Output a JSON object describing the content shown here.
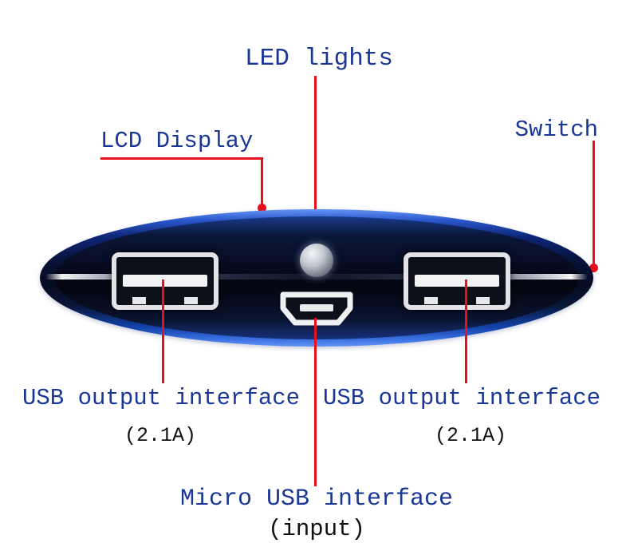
{
  "annotations": {
    "led": {
      "label": "LED lights"
    },
    "lcd": {
      "label": "LCD Display"
    },
    "switch": {
      "label": "Switch"
    },
    "usb_left": {
      "label": "USB output interface",
      "sub": "(2.1A)"
    },
    "usb_right": {
      "label": "USB output interface",
      "sub": "(2.1A)"
    },
    "micro_usb": {
      "label": "Micro USB interface",
      "sub": "(input)"
    }
  },
  "colors": {
    "label_blue": "#1a3796",
    "annotation_red": "#e8101c",
    "body_blue": "#1d4fd0",
    "port_silver": "#e2e4e8"
  }
}
